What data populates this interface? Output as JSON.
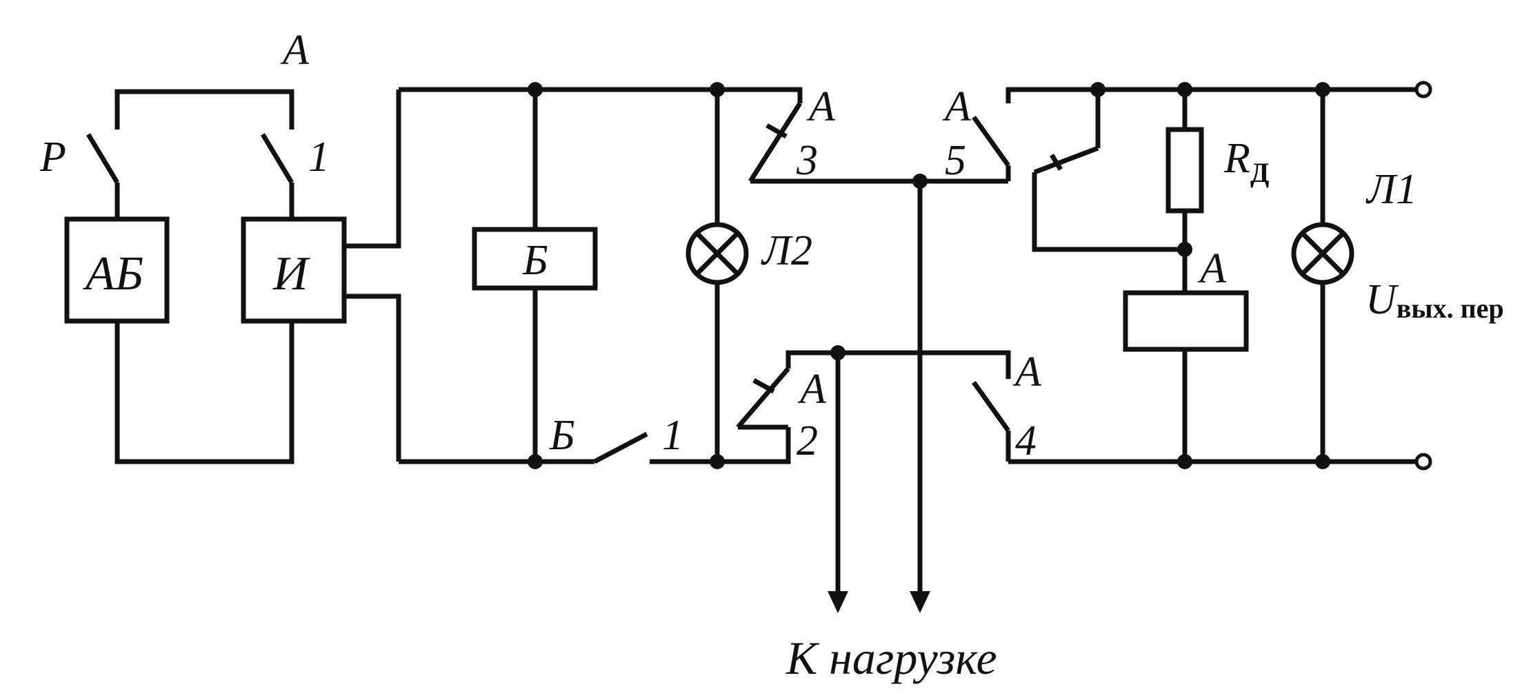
{
  "labels": {
    "switch_p": "Р",
    "relay_a_top": "А",
    "switch_1_top": "1",
    "battery": "АБ",
    "source": "И",
    "relay_b": "Б",
    "lamp_l2": "Л2",
    "contact_a3_letter": "А",
    "contact_a3_num": "3",
    "contact_a5_letter": "А",
    "contact_a5_num": "5",
    "contact_a2_letter": "А",
    "contact_a2_num": "2",
    "contact_a4_letter": "А",
    "contact_a4_num": "4",
    "contact_b1_letter": "Б",
    "contact_b1_num": "1",
    "resistor_r": "R",
    "resistor_sub": "Д",
    "relay_a_coil_letter": "А",
    "lamp_l1": "Л1",
    "output_u": "U",
    "output_sub": "вых. пер",
    "load_caption": "К нагрузке"
  }
}
